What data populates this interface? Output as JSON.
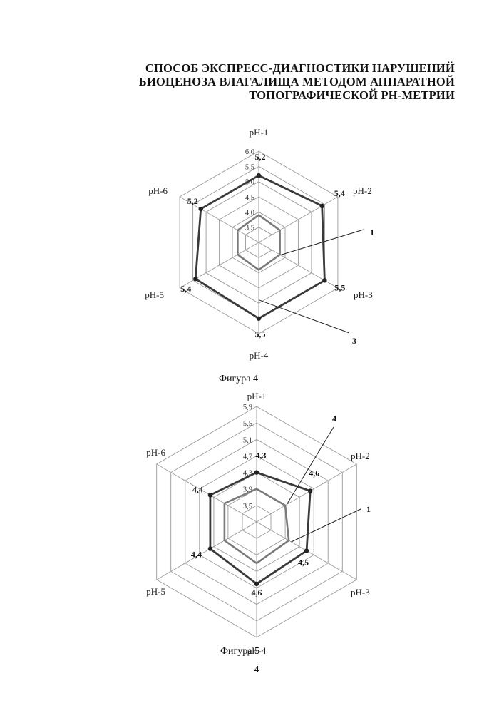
{
  "document": {
    "title_lines": [
      "СПОСОБ  ЭКСПРЕСС-ДИАГНОСТИКИ НАРУШЕНИЙ",
      "БИОЦЕНОЗА ВЛАГАЛИЩА МЕТОДОМ АППАРАТНОЙ",
      "ТОПОГРАФИЧЕСКОЙ РН-МЕТРИИ"
    ],
    "page_number": "4"
  },
  "colors": {
    "grid": "#9a9a9a",
    "series_thin": "#7a7a7a",
    "series_thick": "#3a3a3a",
    "text": "#111111"
  },
  "chart_data": [
    {
      "type": "radar",
      "caption": "Фигура 4",
      "axes": [
        "pH-1",
        "pH-2",
        "pH-3",
        "pH-4",
        "pH-5",
        "pH-6"
      ],
      "tick_labels": [
        "3,5",
        "4,0",
        "4,5",
        "5,0",
        "5,5",
        "6,0"
      ],
      "tick_values": [
        3.5,
        4.0,
        4.5,
        5.0,
        5.5,
        6.0
      ],
      "range": [
        3.0,
        6.0
      ],
      "grid": true,
      "series": [
        {
          "callout": "1",
          "values": [
            3.9,
            3.8,
            3.8,
            3.9,
            3.8,
            3.8
          ],
          "point_labels": []
        },
        {
          "callout": "3",
          "values": [
            5.2,
            5.4,
            5.5,
            5.5,
            5.4,
            5.2
          ],
          "point_labels": [
            "5,2",
            "5,4",
            "5,5",
            "5,5",
            "5,4",
            "5,2"
          ]
        }
      ]
    },
    {
      "type": "radar",
      "caption": "Фигура 5",
      "axes": [
        "pH-1",
        "pH-2",
        "pH-3",
        "pH-4",
        "pH-5",
        "pH-6"
      ],
      "tick_labels": [
        "3,5",
        "3,9",
        "4,3",
        "4,7",
        "5,1",
        "5,5",
        "5,9"
      ],
      "tick_values": [
        3.5,
        3.9,
        4.3,
        4.7,
        5.1,
        5.5,
        5.9
      ],
      "range": [
        3.1,
        5.9
      ],
      "grid": true,
      "series": [
        {
          "callout": "1",
          "values": [
            3.9,
            3.9,
            4.0,
            4.1,
            4.0,
            4.0
          ],
          "point_labels": []
        },
        {
          "callout": "4",
          "values": [
            4.3,
            4.6,
            4.5,
            4.6,
            4.4,
            4.4
          ],
          "point_labels": [
            "4,3",
            "4,6",
            "4,5",
            "4,6",
            "4,4",
            "4,4"
          ]
        }
      ]
    }
  ]
}
